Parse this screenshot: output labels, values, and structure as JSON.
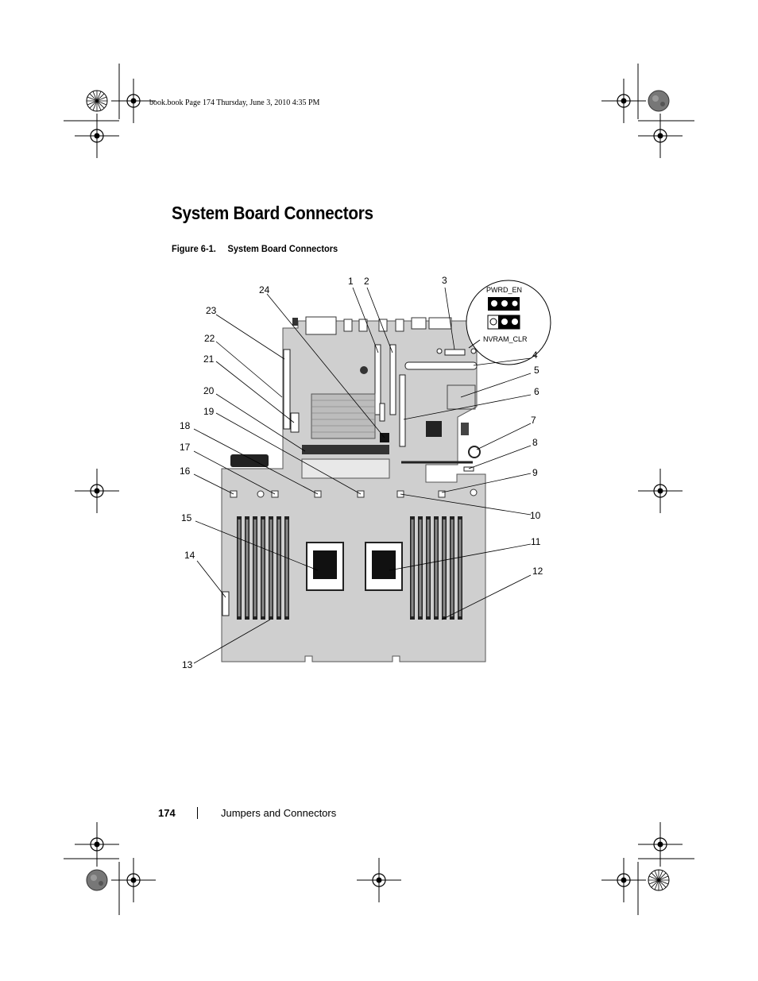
{
  "header": {
    "running_head": "book.book  Page 174  Thursday, June 3, 2010  4:35 PM"
  },
  "page": {
    "title": "System Board Connectors",
    "figure_number": "Figure 6-1.",
    "figure_title": "System Board Connectors"
  },
  "figure": {
    "callouts": [
      "1",
      "2",
      "3",
      "4",
      "5",
      "6",
      "7",
      "8",
      "9",
      "10",
      "11",
      "12",
      "13",
      "14",
      "15",
      "16",
      "17",
      "18",
      "19",
      "20",
      "21",
      "22",
      "23",
      "24"
    ],
    "jumper_inset": {
      "top_label": "PWRD_EN",
      "bottom_label": "NVRAM_CLR"
    }
  },
  "footer": {
    "page_number": "174",
    "section": "Jumpers and Connectors"
  },
  "colors": {
    "board": "#cfcfcf",
    "outline": "#555555",
    "ink": "#000000",
    "heatsink": "#bcbcbc"
  }
}
